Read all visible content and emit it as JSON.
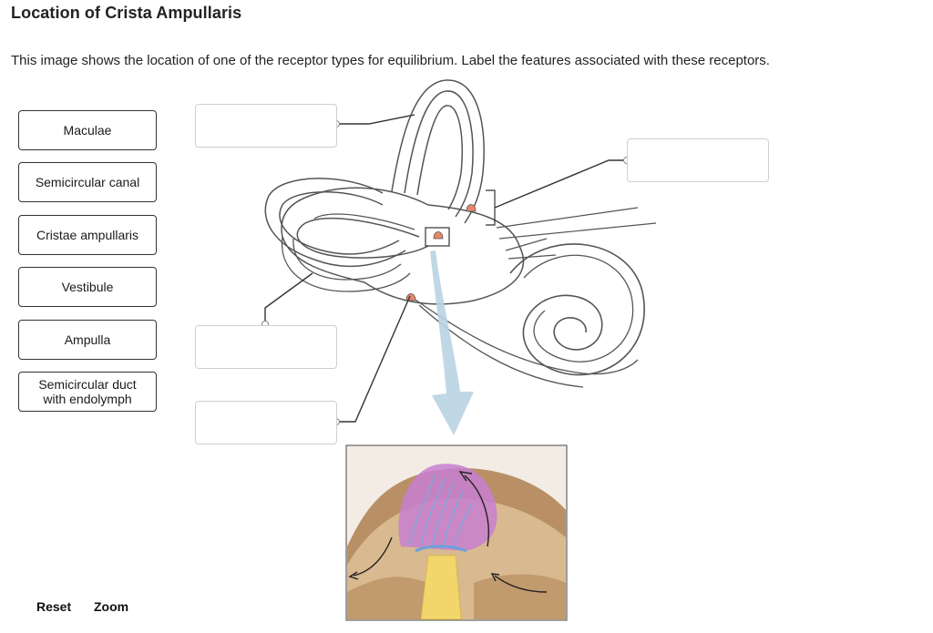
{
  "page": {
    "title": "Location of Crista Ampullaris",
    "instructions": "This image shows the location of one of the receptor types for equilibrium. Label the features associated with these receptors."
  },
  "terms": [
    {
      "label": "Maculae"
    },
    {
      "label": "Semicircular canal"
    },
    {
      "label": "Cristae ampullaris"
    },
    {
      "label": "Vestibule"
    },
    {
      "label": "Ampulla"
    },
    {
      "label": "Semicircular duct\nwith endolymph"
    }
  ],
  "drop_targets": [
    {
      "value": ""
    },
    {
      "value": ""
    },
    {
      "value": ""
    },
    {
      "value": ""
    }
  ],
  "controls": {
    "reset_label": "Reset",
    "zoom_label": "Zoom"
  },
  "colors": {
    "ear_outline": "#555555",
    "receptor": "#e8876a",
    "arrow": "#b9d3e3",
    "cupula": "#c77fd0",
    "nerve": "#f2d56b",
    "tissue": "#b58a5e"
  }
}
